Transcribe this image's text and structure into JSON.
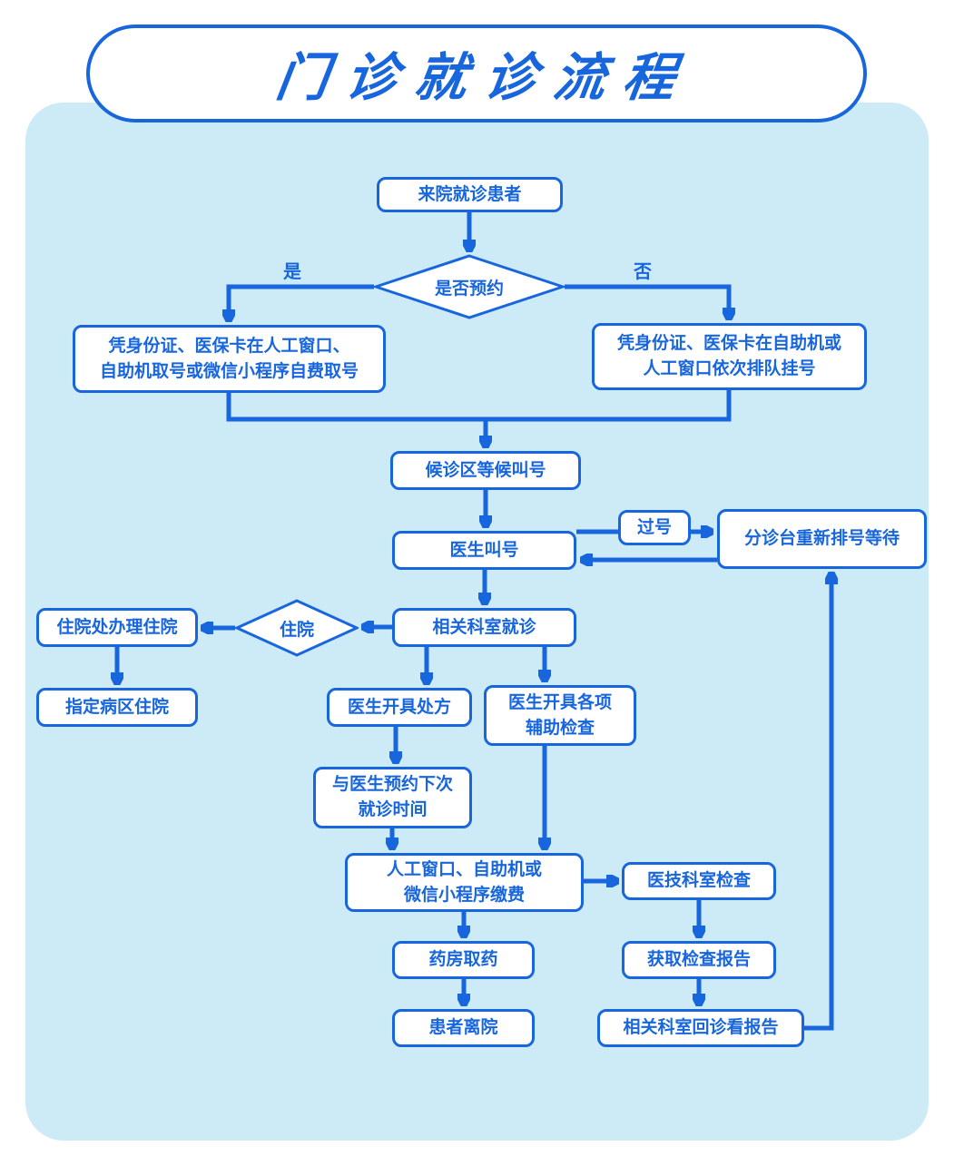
{
  "title": "门诊就诊流程",
  "colors": {
    "accent": "#1866DD",
    "panel_background": "#CDEAF7",
    "node_background": "#FFFFFF"
  },
  "nodes": {
    "patient_arrive": {
      "label": "来院就诊患者"
    },
    "appointment_decision": {
      "label": "是否预约"
    },
    "register_appointment": {
      "label": "凭身份证、医保卡在人工窗口、\n自助机取号或微信小程序自费取号"
    },
    "register_queue": {
      "label": "凭身份证、医保卡在自助机或\n人工窗口依次排队挂号"
    },
    "wait_area": {
      "label": "候诊区等候叫号"
    },
    "doctor_call": {
      "label": "医生叫号"
    },
    "missed_number": {
      "label": "过号"
    },
    "triage_requeue": {
      "label": "分诊台重新排号等待"
    },
    "dept_visit": {
      "label": "相关科室就诊"
    },
    "hospitalize_decision": {
      "label": "住院"
    },
    "admission_office": {
      "label": "住院处办理住院"
    },
    "ward_stay": {
      "label": "指定病区住院"
    },
    "prescription": {
      "label": "医生开具处方"
    },
    "aux_exam": {
      "label": "医生开具各项\n辅助检查"
    },
    "next_appointment": {
      "label": "与医生预约下次\n就诊时间"
    },
    "payment": {
      "label": "人工窗口、自助机或\n微信小程序缴费"
    },
    "tech_exam": {
      "label": "医技科室检查"
    },
    "pharmacy": {
      "label": "药房取药"
    },
    "get_report": {
      "label": "获取检查报告"
    },
    "leave_hospital": {
      "label": "患者离院"
    },
    "return_report": {
      "label": "相关科室回诊看报告"
    }
  },
  "edge_labels": {
    "yes": "是",
    "no": "否"
  }
}
